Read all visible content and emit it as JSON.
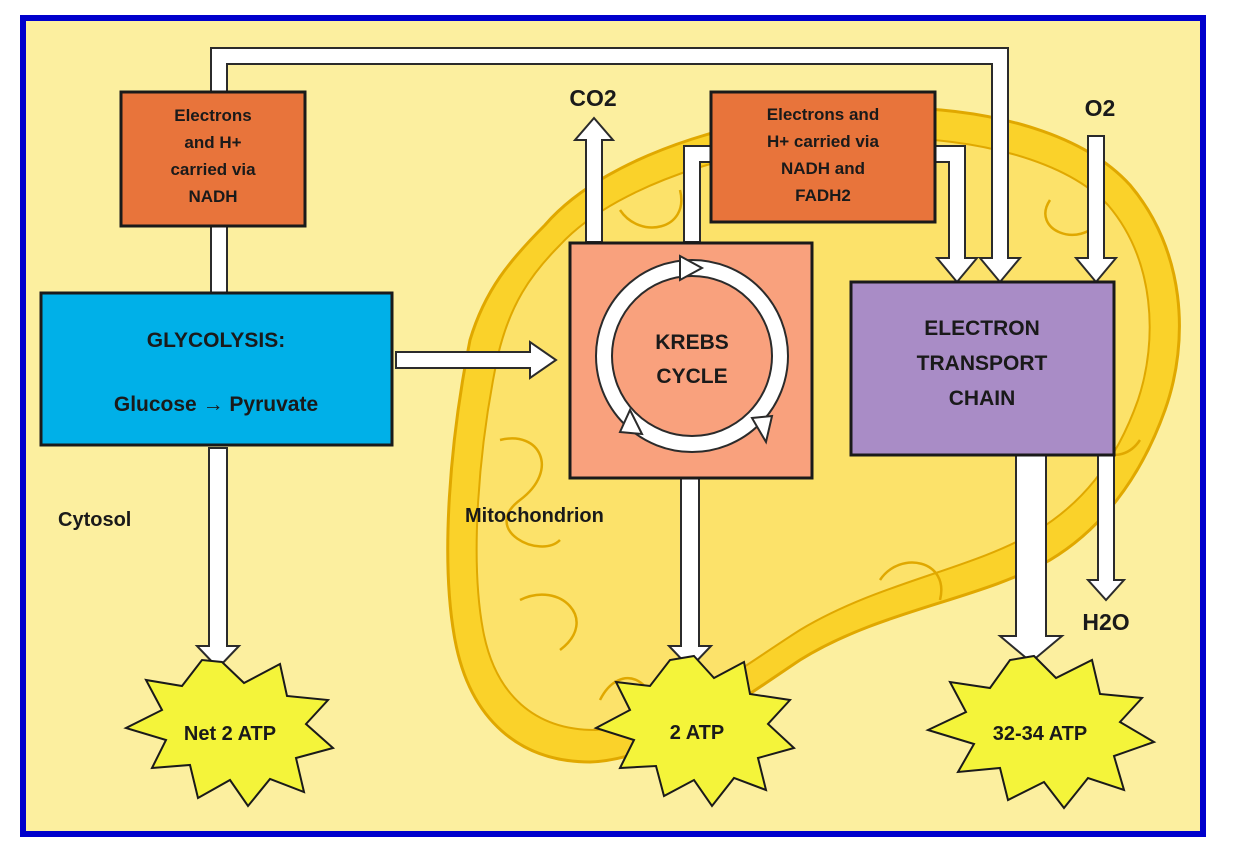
{
  "diagram": {
    "boxes": {
      "electrons_nadh": {
        "lines": [
          "Electrons",
          "and H+",
          "carried via",
          "NADH"
        ]
      },
      "electrons_nadh_fadh2": {
        "lines": [
          "Electrons and",
          "H+ carried via",
          "NADH and",
          "FADH2"
        ]
      },
      "glycolysis": {
        "title": "GLYCOLYSIS:",
        "subtitle": "Glucose → Pyruvate"
      },
      "krebs": {
        "lines": [
          "KREBS",
          "CYCLE"
        ]
      },
      "etc": {
        "lines": [
          "ELECTRON",
          "TRANSPORT",
          "CHAIN"
        ]
      }
    },
    "labels": {
      "cytosol": "Cytosol",
      "mitochondrion": "Mitochondrion",
      "co2": "CO2",
      "o2": "O2",
      "h2o": "H2O"
    },
    "atp": {
      "glycolysis": "Net 2 ATP",
      "krebs": "2 ATP",
      "etc": "32-34 ATP"
    },
    "colors": {
      "background": "#fcef9f",
      "frame": "#0000cc",
      "mitochondrion_fill": "#fad22a",
      "mitochondrion_inner": "#fce26a",
      "orange_box": "#e8743b",
      "glycolysis_box": "#00b0e8",
      "krebs_box": "#f9a17d",
      "etc_box": "#a98cc6",
      "starburst": "#f4f43a"
    }
  }
}
